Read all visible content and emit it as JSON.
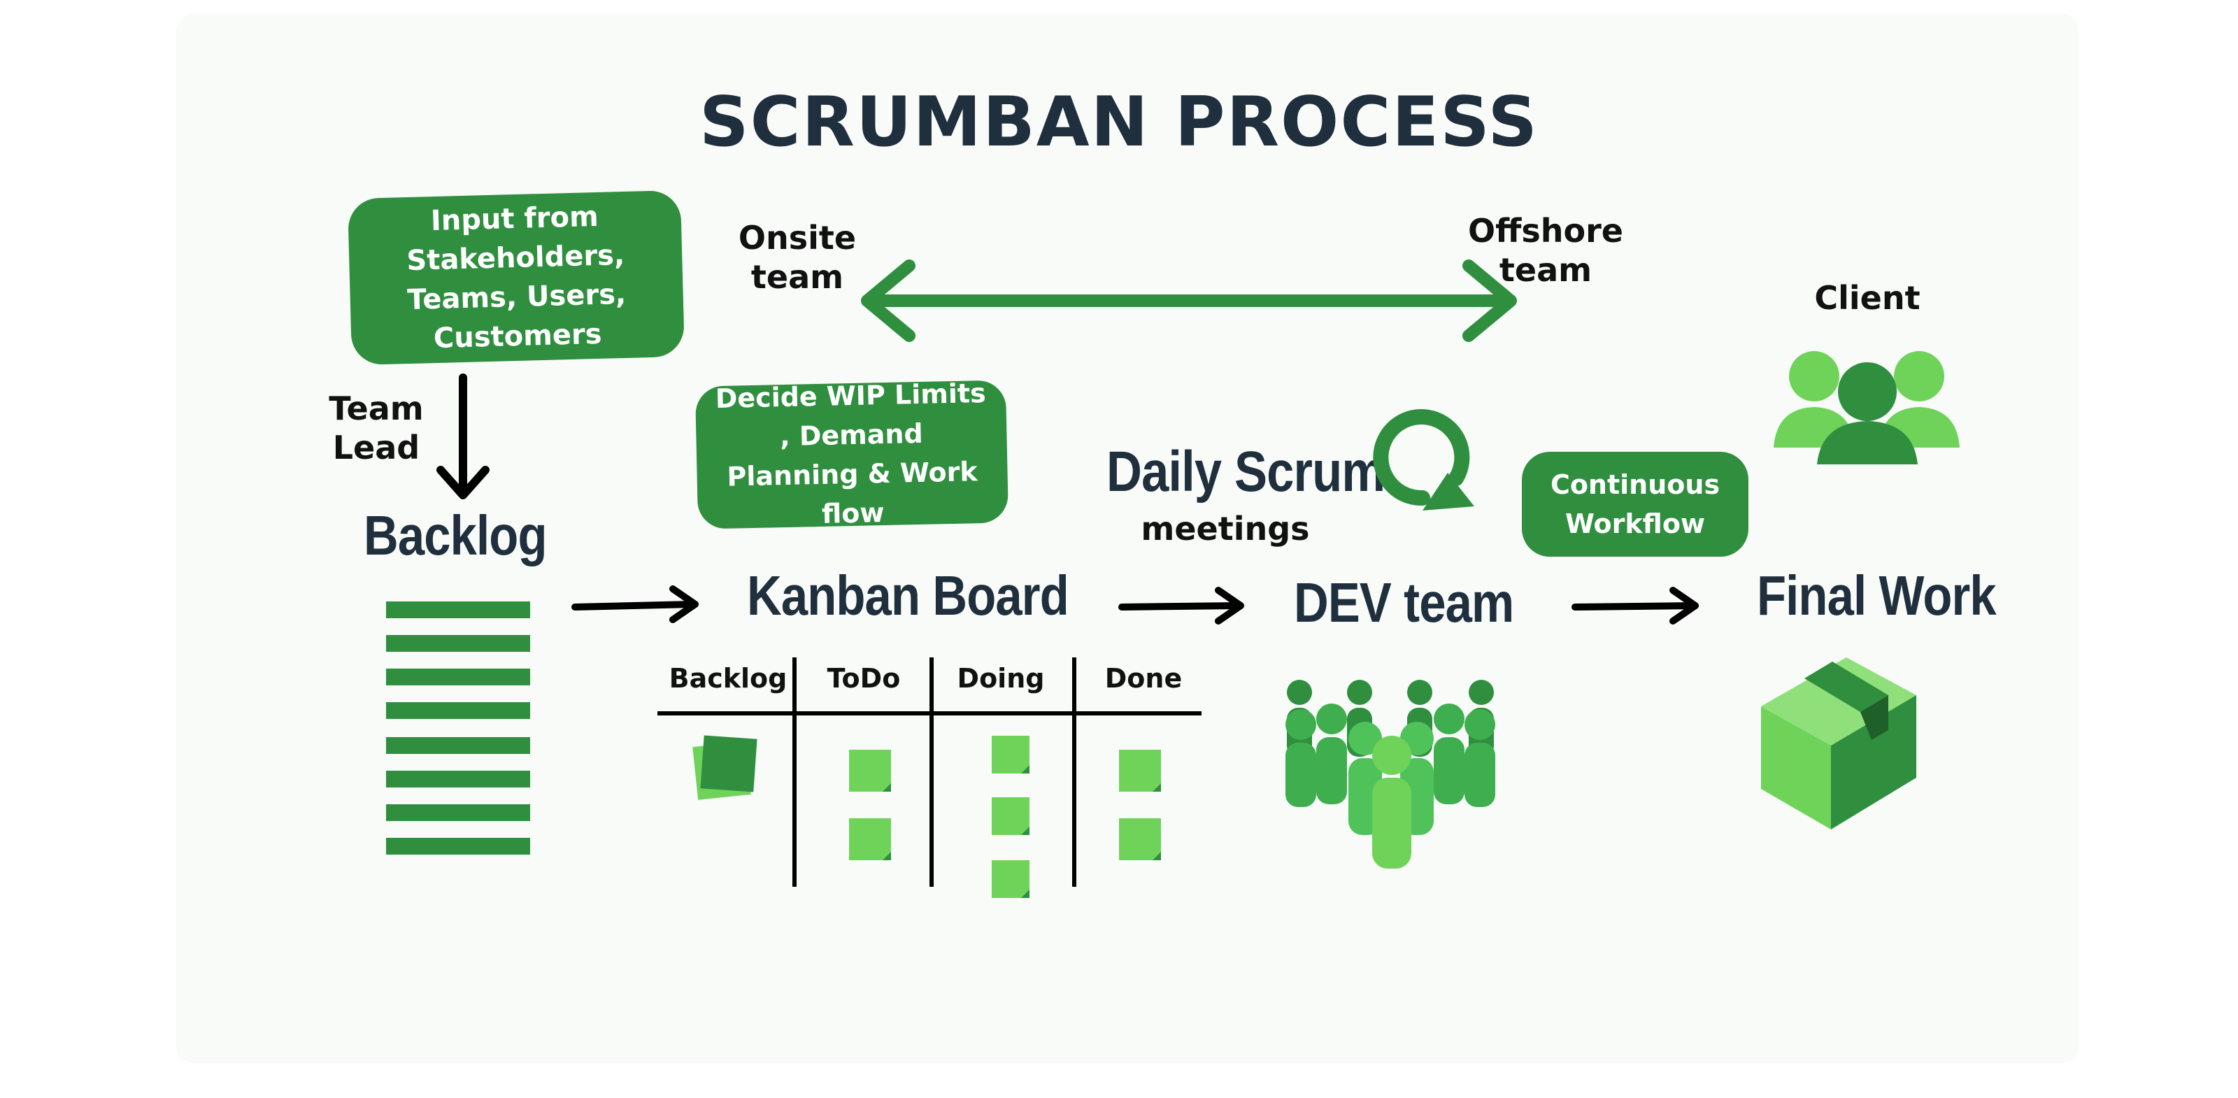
{
  "title": "SCRUMBAN PROCESS",
  "input_box": "Input from Stakeholders, Teams, Users, Customers",
  "onsite_team": "Onsite team",
  "offshore_team": "Offshore team",
  "client": "Client",
  "team_lead": "Team Lead",
  "wip_box": "Decide WIP Limits , Demand Planning & Work flow",
  "daily_scrum": "Daily Scrum",
  "meetings": "meetings",
  "continuous_box": "Continuous Workflow",
  "backlog": "Backlog",
  "kanban_board": "Kanban Board",
  "dev_team": "DEV team",
  "final_work": "Final Work",
  "kanban_columns": [
    "Backlog",
    "ToDo",
    "Doing",
    "Done"
  ],
  "icons": [
    "client-group-icon",
    "refresh-cycle-icon",
    "dev-team-crowd-icon",
    "package-box-icon",
    "sticky-note-icon",
    "backlog-stack-icon"
  ],
  "colors": {
    "primary_green": "#2f8f3f",
    "light_green": "#6fd35a",
    "dark_text": "#1f2f3d",
    "background": "#ffffff"
  }
}
